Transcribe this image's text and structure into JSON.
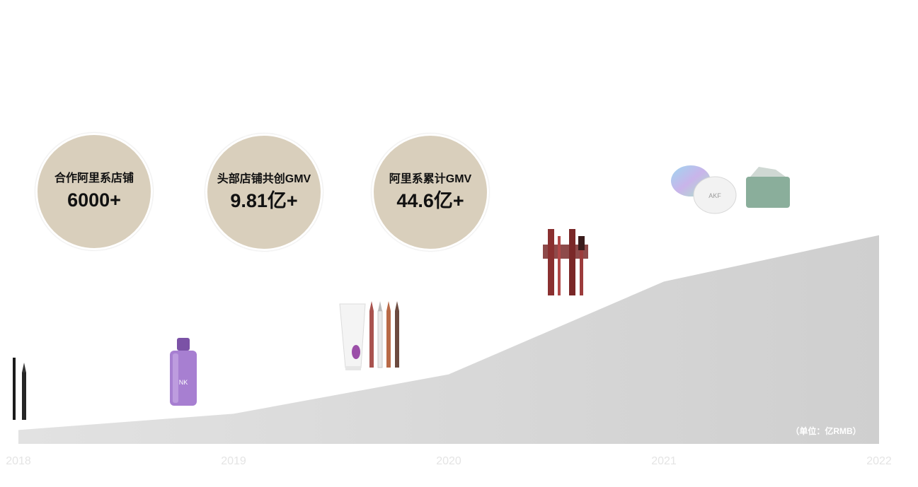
{
  "stats": [
    {
      "label": "合作阿里系店铺",
      "value": "6000+"
    },
    {
      "label": "头部店铺共创GMV",
      "value": "9.81亿+"
    },
    {
      "label": "阿里系累计GMV",
      "value": "44.6亿+"
    }
  ],
  "unit_label": "（单位：亿RMB）",
  "colors": {
    "circle_bg": "#d9cfbc",
    "area_fill": "#d6d6d6",
    "axis_text": "#e4e4e4"
  },
  "chart_data": {
    "type": "area",
    "x": [
      "2018",
      "2019",
      "2020",
      "2021",
      "2022"
    ],
    "values": [
      0.6,
      1.3,
      3.0,
      7.0,
      9.0
    ],
    "ylim": [
      0,
      10
    ],
    "xlabel": "",
    "ylabel": "",
    "unit": "（单位：亿RMB）",
    "grid": false,
    "legend": "none"
  },
  "products": [
    {
      "name": "eyeliner-pens-product"
    },
    {
      "name": "purple-bottle-product"
    },
    {
      "name": "cleanser-and-pencils-product"
    },
    {
      "name": "mascara-product"
    },
    {
      "name": "cushion-and-cream-product"
    }
  ]
}
